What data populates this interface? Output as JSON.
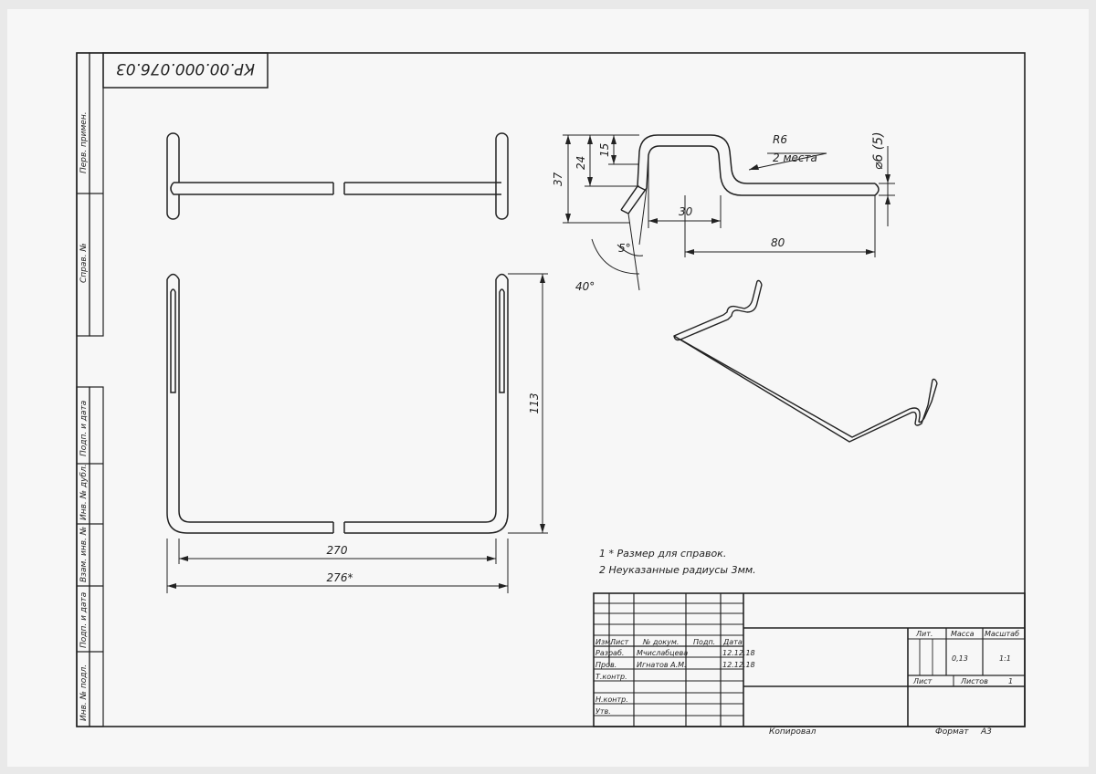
{
  "designation": "КР.00.000.076.03",
  "side_column": [
    "Перв. примен.",
    "Справ. №",
    "Подп. и дата",
    "Инв. № дубл.",
    "Взам. инв. №",
    "Подп. и дата",
    "Инв. № подл."
  ],
  "dimensions": {
    "width_inner": "270",
    "width_outer": "276*",
    "height": "113",
    "d37": "37",
    "d24": "24",
    "d15": "15",
    "d30": "30",
    "d80": "80",
    "angle5": "5°",
    "angle40": "40°",
    "radius": "R6",
    "radius_note": "2 места",
    "diameter": "⌀6 (5)"
  },
  "notes": [
    "1 * Размер для справок.",
    "2 Неуказанные радиусы 3мм."
  ],
  "title_block": {
    "header": [
      "Изм.",
      "Лист",
      "№ докум.",
      "Подп.",
      "Дата"
    ],
    "rows": [
      {
        "role": "Разраб.",
        "name": "Мчислабцева",
        "date": "12.12.18"
      },
      {
        "role": "Пров.",
        "name": "Игнатов А.М.",
        "date": "12.12.18"
      },
      {
        "role": "Т.контр.",
        "name": "",
        "date": ""
      },
      {
        "role": "",
        "name": "",
        "date": ""
      },
      {
        "role": "Н.контр.",
        "name": "",
        "date": ""
      },
      {
        "role": "Утв.",
        "name": "",
        "date": ""
      }
    ],
    "lit_label": "Лит.",
    "mass_label": "Масса",
    "scale_label": "Масштаб",
    "mass_value": "0,13",
    "scale_value": "1:1",
    "sheet_label": "Лист",
    "sheets_label": "Листов",
    "sheets_value": "1"
  },
  "footer": {
    "copied": "Копировал",
    "format_label": "Формат",
    "format_value": "А3"
  }
}
